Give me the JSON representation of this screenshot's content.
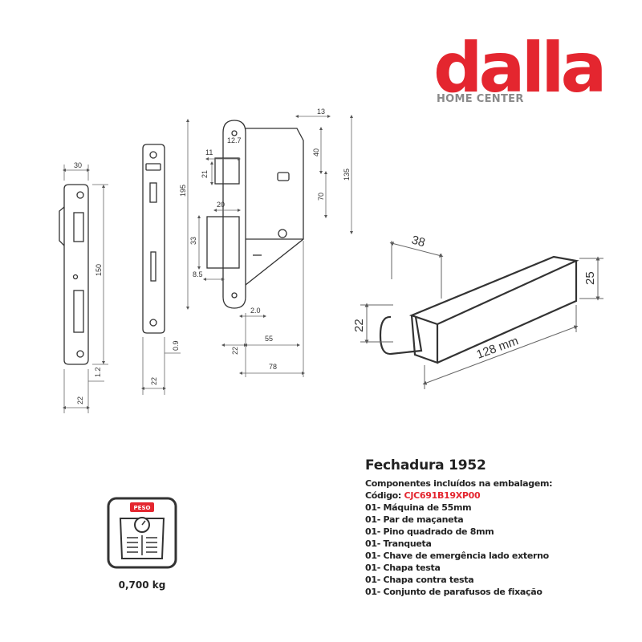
{
  "brand": {
    "name": "dalla",
    "tagline": "HOME CENTER",
    "color": "#e4262f"
  },
  "product": {
    "title": "Fechadura 1952",
    "components_heading": "Componentes incluídos na embalagem:",
    "code_label": "Código: ",
    "code_value": "CJC691B19XP00",
    "items": [
      "01- Máquina de 55mm",
      "01- Par de maçaneta",
      "01- Pino quadrado de 8mm",
      "01- Tranqueta",
      "01- Chave de emergência lado externo",
      "01- Chapa testa",
      "01- Chapa contra testa",
      "01- Conjunto de parafusos de fixação"
    ]
  },
  "weight": {
    "badge": "PESO",
    "value": "0,700 kg",
    "icon": "scale-icon"
  },
  "drawing": {
    "strike_plate": {
      "width": "30",
      "height": "150",
      "thickness": "1.2",
      "bottom": "22"
    },
    "face_plate": {
      "thickness": "0.9",
      "bottom": "22"
    },
    "lock_body": {
      "top": "13",
      "latch_offset": "12.7",
      "latch_height": "40",
      "overall_height": "135",
      "latch_width": "11",
      "latch_dim": "21",
      "face_height": "195",
      "center_distance": "70",
      "bolt_width": "20",
      "bolt_height": "33",
      "bolt_offset": "8.5",
      "spindle": "2.0",
      "face_width": "22",
      "backset": "55",
      "depth": "78"
    },
    "handle": {
      "length": "38",
      "height": "25",
      "rose": "22",
      "total": "128 mm"
    }
  }
}
